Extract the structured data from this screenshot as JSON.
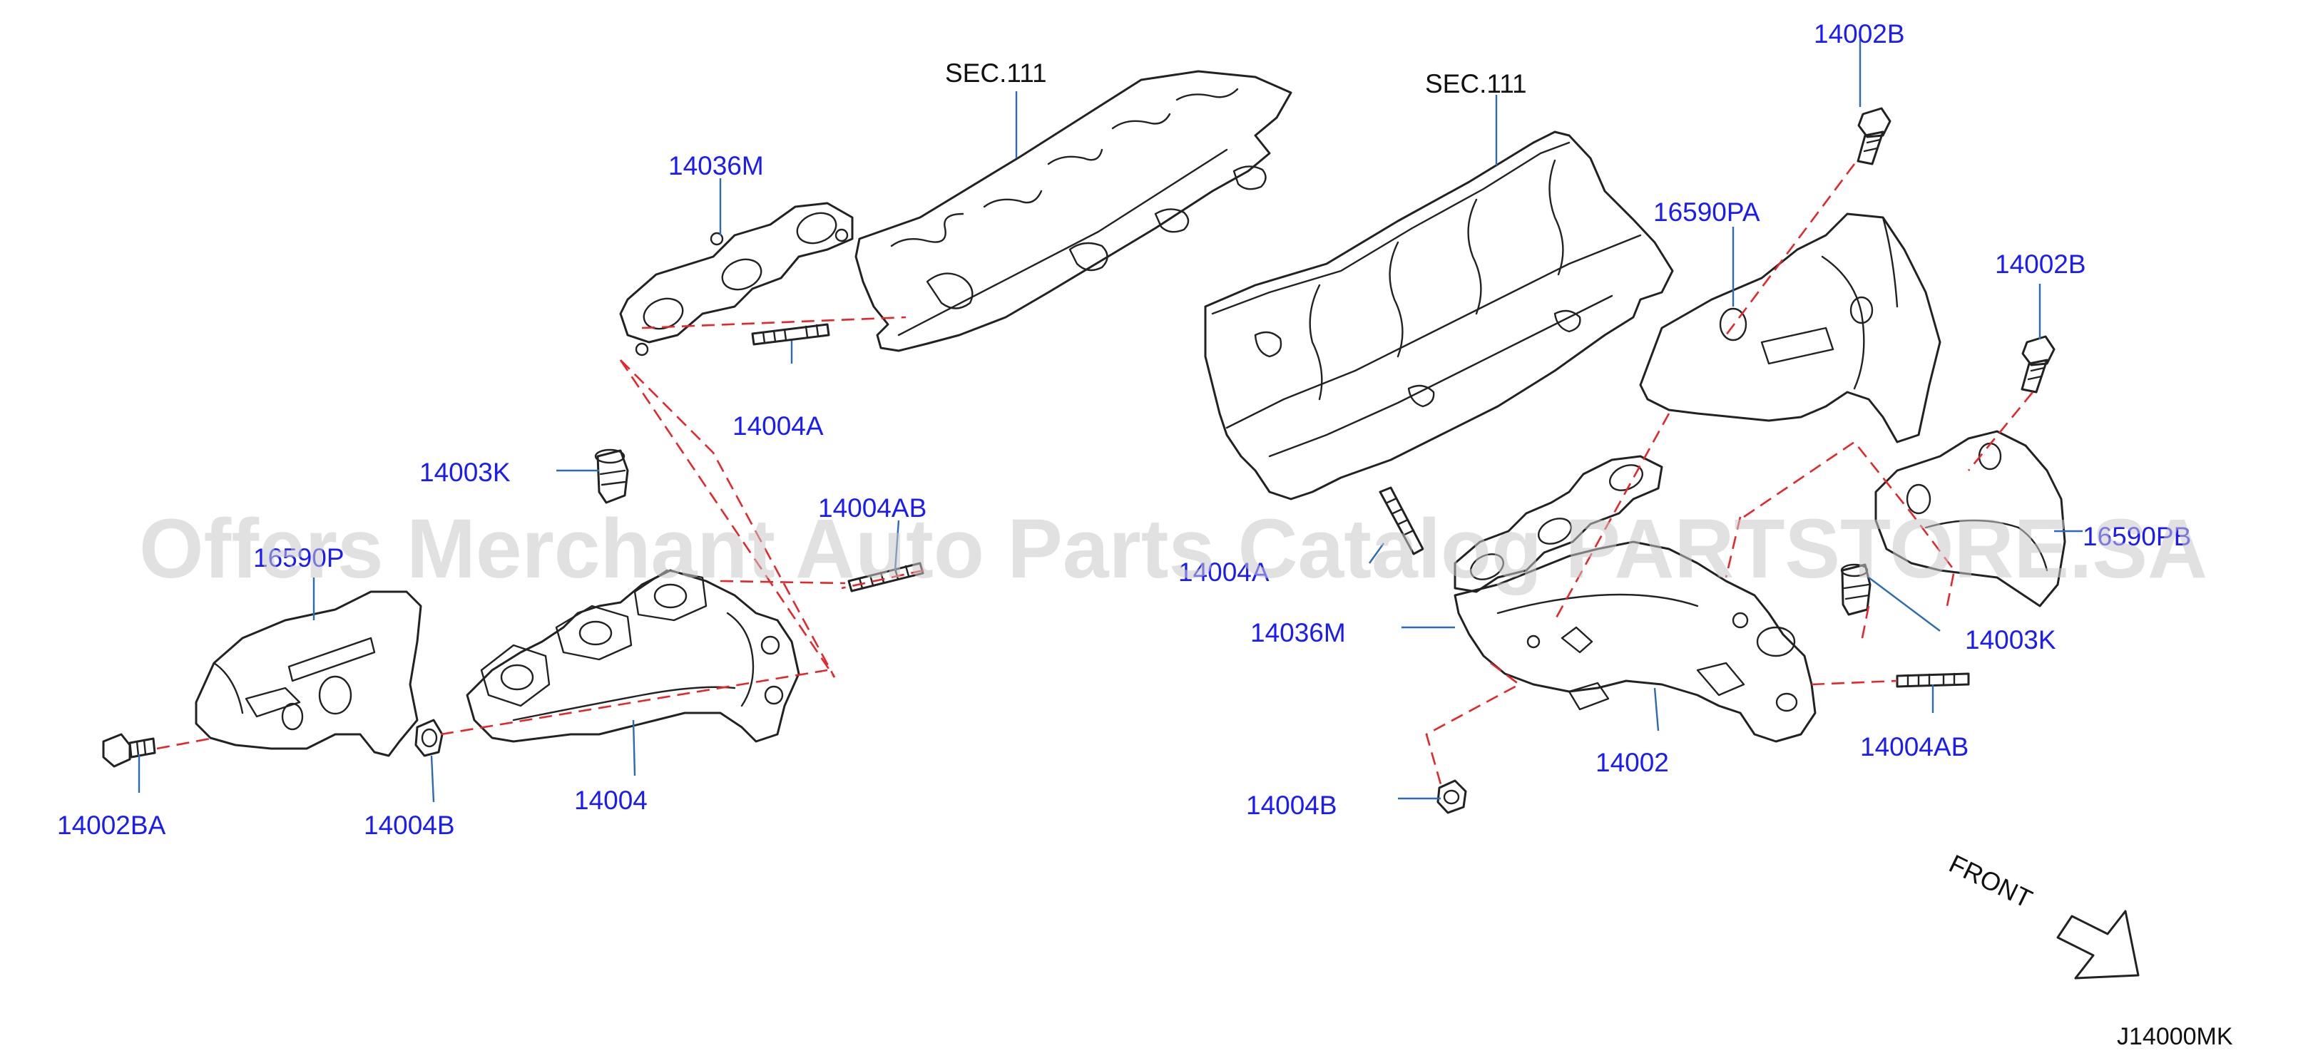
{
  "diagram": {
    "watermark": "Offers Merchant Auto Parts Catalog PARTSTORE.SA",
    "diagram_code": "J14000MK",
    "front_label": "FRONT",
    "section_refs": [
      "SEC.111",
      "SEC.111"
    ],
    "part_labels": {
      "p14002b_top": "14002B",
      "p14002b_mid": "14002B",
      "p16590pa": "16590PA",
      "p14036m_left": "14036M",
      "p14004a_left": "14004A",
      "p14003k_left": "14003K",
      "p14004ab_left": "14004AB",
      "p16590p": "16590P",
      "p14002ba": "14002BA",
      "p14004b_left": "14004B",
      "p14004": "14004",
      "p14004a_right": "14004A",
      "p14036m_right": "14036M",
      "p16590pb": "16590PB",
      "p14003k_right": "14003K",
      "p14004ab_right": "14004AB",
      "p14002": "14002",
      "p14004b_right": "14004B"
    },
    "colors": {
      "part_label": "#1a1aff",
      "leader_line": "#2a6ab8",
      "hidden_line": "#e8252a",
      "outline": "#222222",
      "watermark": "#c8c8c8"
    }
  }
}
